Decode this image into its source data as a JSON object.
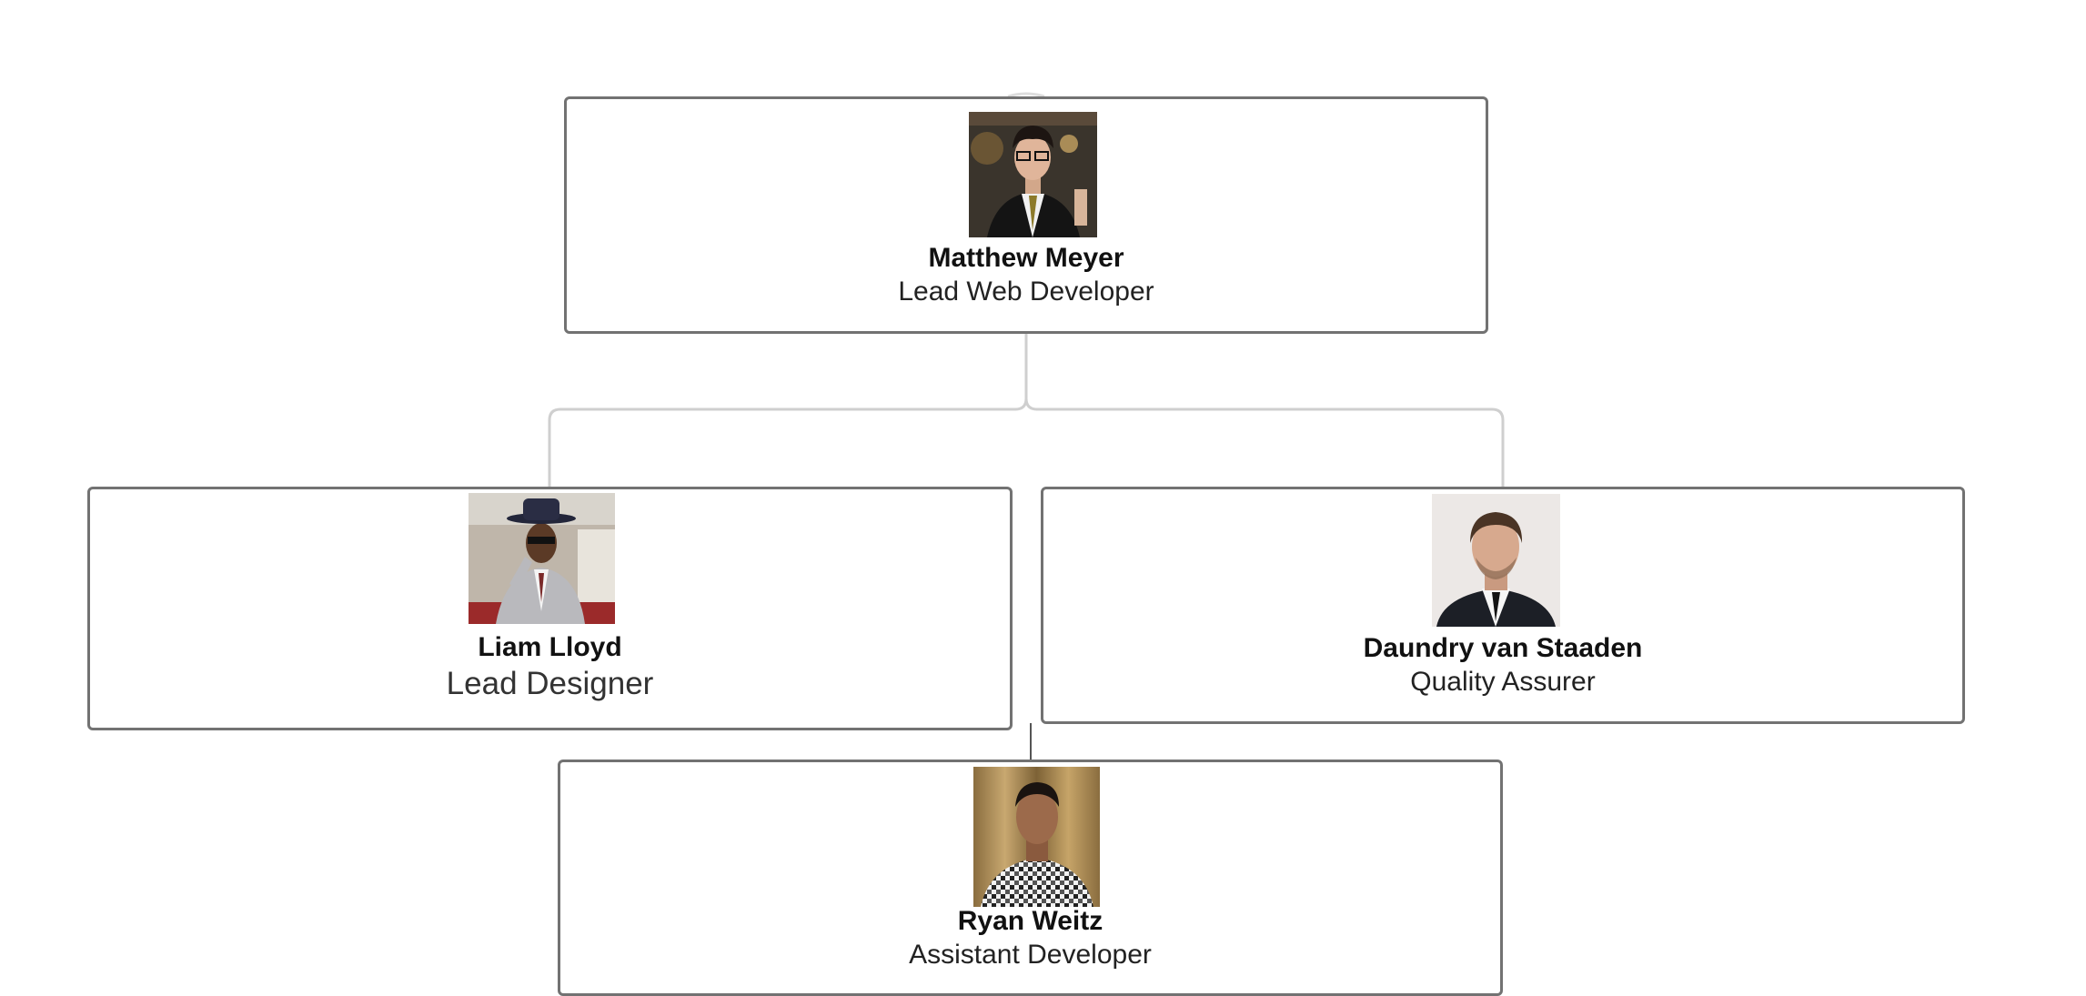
{
  "people": {
    "matthew": {
      "name": "Matthew Meyer",
      "role": "Lead Web Developer"
    },
    "liam": {
      "name": "Liam Lloyd",
      "role": "Lead Designer"
    },
    "daundry": {
      "name": "Daundry van Staaden",
      "role": "Quality Assurer"
    },
    "ryan": {
      "name": "Ryan Weitz",
      "role": "Assistant Developer"
    }
  },
  "colors": {
    "node_border": "#727272",
    "connector": "#cfcfcf",
    "connector_dark": "#555555"
  }
}
